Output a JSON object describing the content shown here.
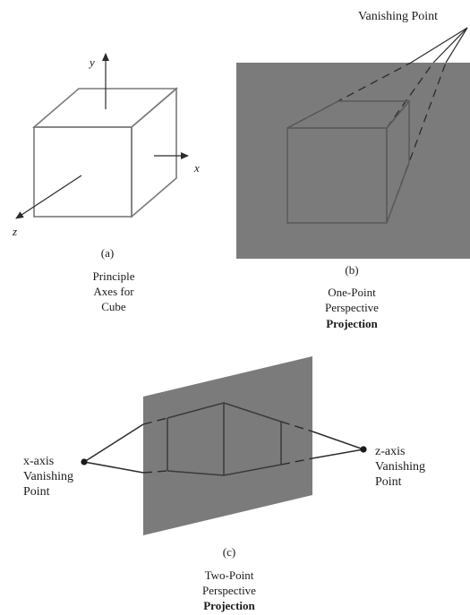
{
  "panel_a": {
    "axes": {
      "x": "x",
      "y": "y",
      "z": "z"
    },
    "label": "(a)",
    "caption": [
      "Principle",
      "Axes for",
      "Cube"
    ]
  },
  "panel_b": {
    "vanishing_point_label": "Vanishing Point",
    "label": "(b)",
    "caption": [
      "One-Point",
      "Perspective",
      "Projection"
    ]
  },
  "panel_c": {
    "left_point_label": [
      "x-axis",
      "Vanishing",
      "Point"
    ],
    "right_point_label": [
      "z-axis",
      "Vanishing",
      "Point"
    ],
    "label": "(c)",
    "caption": [
      "Two-Point",
      "Perspective",
      "Projection"
    ]
  },
  "colors": {
    "plane": "#7b7b7b",
    "ink": "#2b2b2b",
    "inner_line": "#5f5f5f"
  }
}
